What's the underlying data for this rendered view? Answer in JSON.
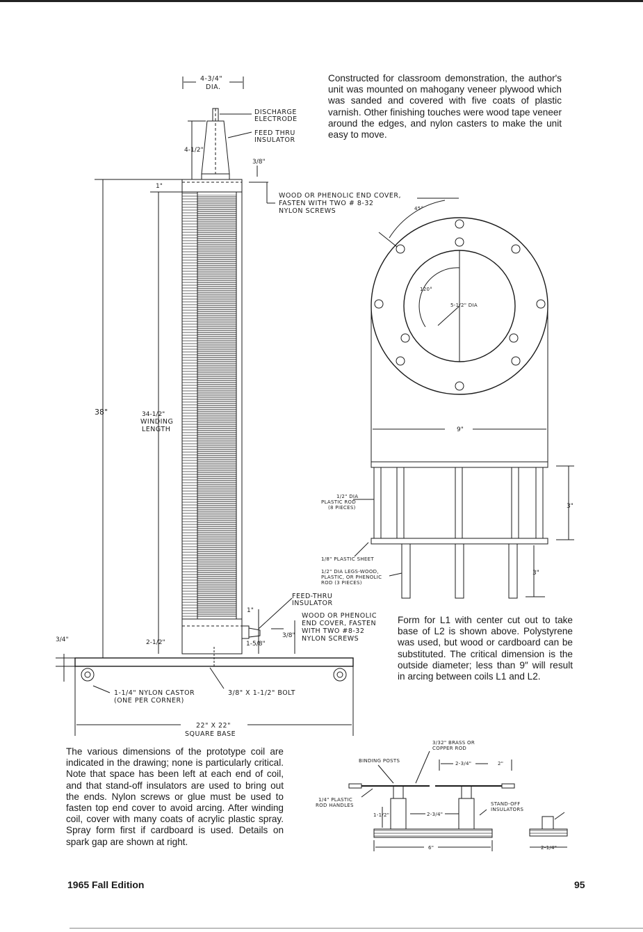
{
  "captions": {
    "top_right": "Constructed for classroom demonstration, the author's unit was mounted on mahogany veneer plywood which was sanded and covered with five coats of plastic varnish. Other finishing touches were wood tape veneer around the edges, and nylon casters to make the unit easy to move.",
    "middle_right": "Form for L1 with center cut out to take base of L2 is shown above. Polystyrene was used, but wood or cardboard can be substituted. The critical dimension is the outside diameter; less than 9″ will result in arcing between coils L1 and L2.",
    "bottom_left": "The various dimensions of the prototype coil are indicated in the drawing; none is particularly critical. Note that space has been left at each end of coil, and that stand-off insulators are used to bring out the ends. Nylon screws or glue must be used to fasten top end cover to avoid arcing. After winding coil, cover with many coats of acrylic plastic spray. Spray form first if cardboard is used. Details on spark gap are shown at right."
  },
  "footer": {
    "edition": "1965 Fall Edition",
    "page_number": "95"
  },
  "coil_drawing": {
    "dia_dim": "4-3/4\"",
    "dia_word": "DIA.",
    "discharge_1": "DISCHARGE",
    "discharge_2": "ELECTRODE",
    "feedthru_1": "FEED THRU",
    "feedthru_2": "INSULATOR",
    "dim_4_1_2": "4-1/2\"",
    "dim_3_8_top": "3/8\"",
    "dim_1_top": "1\"",
    "top_cover_1": "WOOD OR PHENOLIC END COVER,",
    "top_cover_2": "FASTEN WITH TWO # 8-32",
    "top_cover_3": "NYLON SCREWS",
    "dim_38": "38\"",
    "dim_34": "34-1/2\"",
    "winding_1": "WINDING",
    "winding_2": "LENGTH",
    "dim_3_4": "3/4\"",
    "dim_2_1_2": "2-1/2\"",
    "dim_1_bottom": "1\"",
    "dim_1_5_8": "1-5/8\"",
    "bottom_feed_1": "FEED-THRU",
    "bottom_feed_2": "INSULATOR",
    "bottom_cover_1": "WOOD OR PHENOLIC",
    "bottom_cover_2": "END COVER, FASTEN",
    "bottom_cover_3": "WITH TWO #8-32",
    "bottom_cover_4": "NYLON SCREWS",
    "dim_3_8_bottom": "3/8\"",
    "castor_1": "1-1/4\" NYLON CASTOR",
    "castor_2": "(ONE PER CORNER)",
    "bolt": "3/8\" X 1-1/2\" BOLT",
    "base_dim": "22\" X 22\"",
    "base_word": "SQUARE BASE"
  },
  "form_drawing": {
    "angle_45": "45°",
    "angle_120": "120°",
    "inner_dia": "5-1/2\" DIA",
    "outer_dim": "9\"",
    "rod_1": "1/2\" DIA",
    "rod_2": "PLASTIC ROD",
    "rod_3": "(8 PIECES)",
    "height_3_a": "3\"",
    "sheet": "1/8\" PLASTIC SHEET",
    "legs_1": "1/2\" DIA LEGS-WOOD,",
    "legs_2": "PLASTIC, OR PHENOLIC",
    "legs_3": "ROD (3 PIECES)",
    "height_3_b": "3\""
  },
  "gap_drawing": {
    "rod_1": "3/32\" BRASS OR",
    "rod_2": "COPPER ROD",
    "binding": "BINDING POSTS",
    "dim_2_3_4_top": "2-3/4\"",
    "dim_2": "2\"",
    "handles_1": "1/4\" PLASTIC",
    "handles_2": "ROD HANDLES",
    "dim_1_1_2": "1-1/2\"",
    "dim_2_3_4_mid": "2-3/4\"",
    "standoff_1": "STAND-OFF",
    "standoff_2": "INSULATORS",
    "dim_6": "6\"",
    "dim_2_1_4": "2-1/4\""
  }
}
